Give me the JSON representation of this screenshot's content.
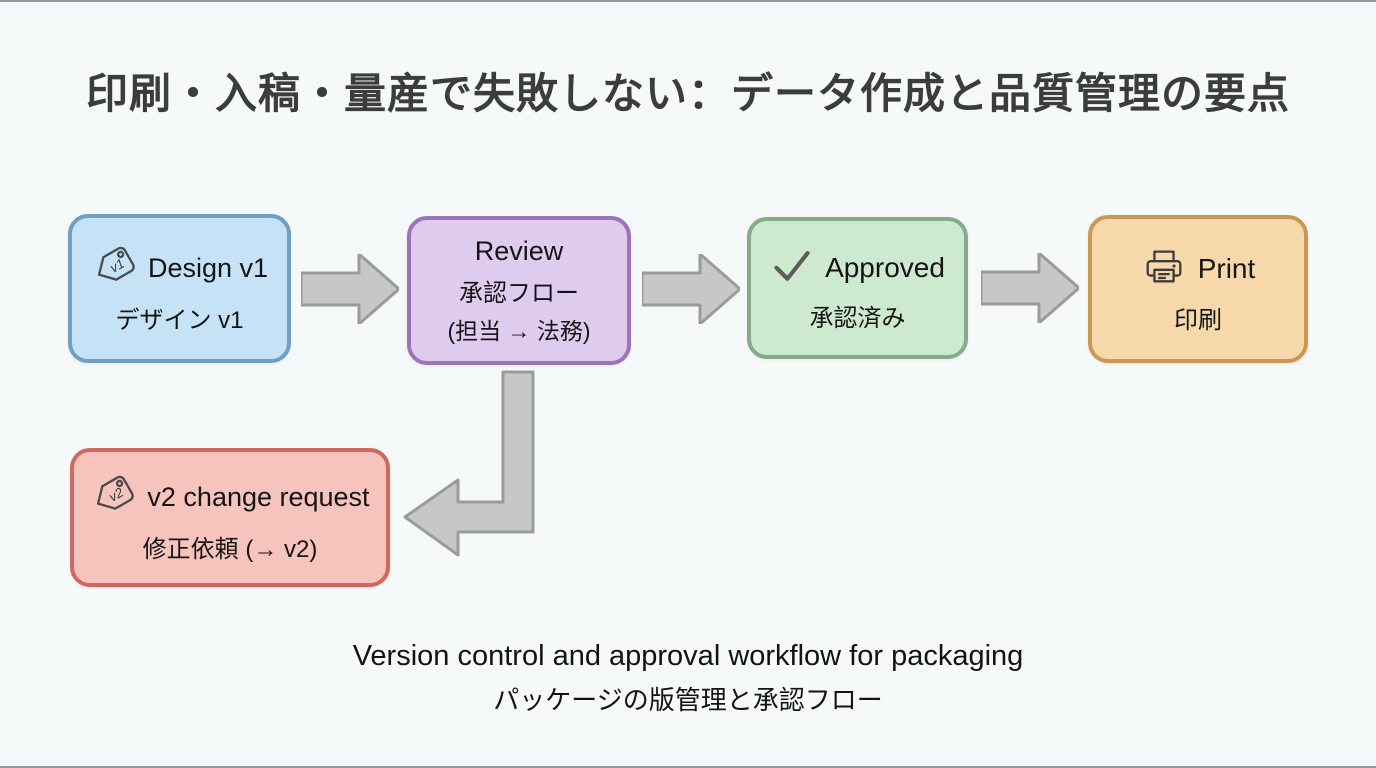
{
  "page": {
    "background": "#f6f9fa",
    "title": "印刷・入稿・量産で失敗しない：データ作成と品質管理の要点"
  },
  "caption": {
    "en": "Version control and approval workflow for packaging",
    "ja": "パッケージの版管理と承認フロー"
  },
  "nodes": {
    "design": {
      "label": "Design v1",
      "sublabel": "デザイン v1",
      "icon": "tag-icon",
      "icon_text": "v1",
      "fill": "#c6e2f7",
      "border": "#6f9fc4"
    },
    "review": {
      "label": "Review",
      "sublabel": "承認フロー",
      "sublabel2": "(担当 → 法務)",
      "fill": "#dfcbee",
      "border": "#9c73b8"
    },
    "approved": {
      "label": "Approved",
      "sublabel": "承認済み",
      "icon": "check-icon",
      "fill": "#cde9cf",
      "border": "#85ab88"
    },
    "print": {
      "label": "Print",
      "sublabel": "印刷",
      "icon": "printer-icon",
      "fill": "#f7d8ab",
      "border": "#cc9851"
    },
    "v2": {
      "label": "v2 change request",
      "sublabel": "修正依頼 (→ v2)",
      "icon": "tag-icon",
      "icon_text": "v2",
      "fill": "#f7c3bd",
      "border": "#d0685f"
    }
  },
  "arrows": {
    "fill": "#c7c7c7",
    "stroke": "#9b9b9b",
    "connections": [
      "design→review",
      "review→approved",
      "approved→print",
      "review→v2"
    ]
  }
}
